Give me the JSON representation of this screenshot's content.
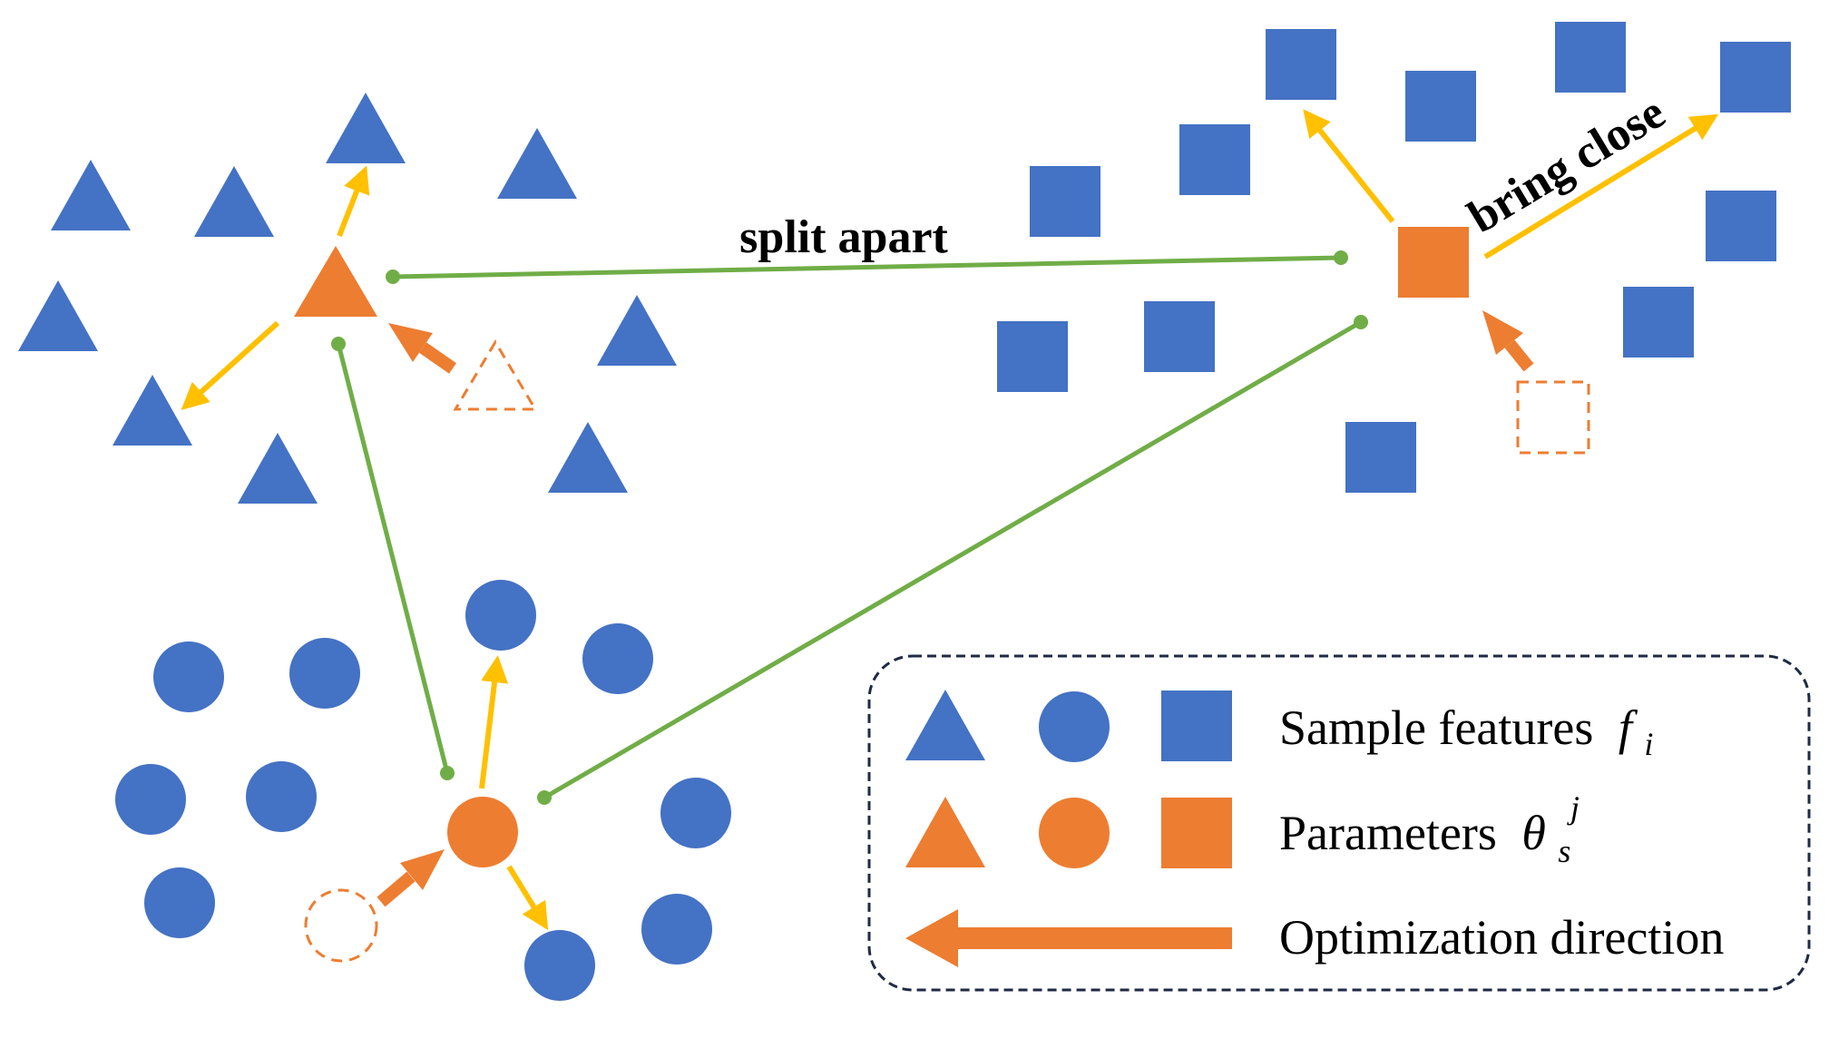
{
  "labels": {
    "split_apart": "split apart",
    "bring_close": "bring close"
  },
  "legend": {
    "sample_features": {
      "text": "Sample features",
      "symbol": "f",
      "subscript": "i"
    },
    "parameters": {
      "text": "Parameters",
      "symbol": "θ",
      "subscript": "s",
      "superscript": "j"
    },
    "optimization": {
      "text": "Optimization direction"
    }
  },
  "colors": {
    "blue": "#4472C4",
    "orange": "#ED7D31",
    "yellow": "#FFC000",
    "green": "#70AD47",
    "legend_border": "#1F2A44"
  }
}
